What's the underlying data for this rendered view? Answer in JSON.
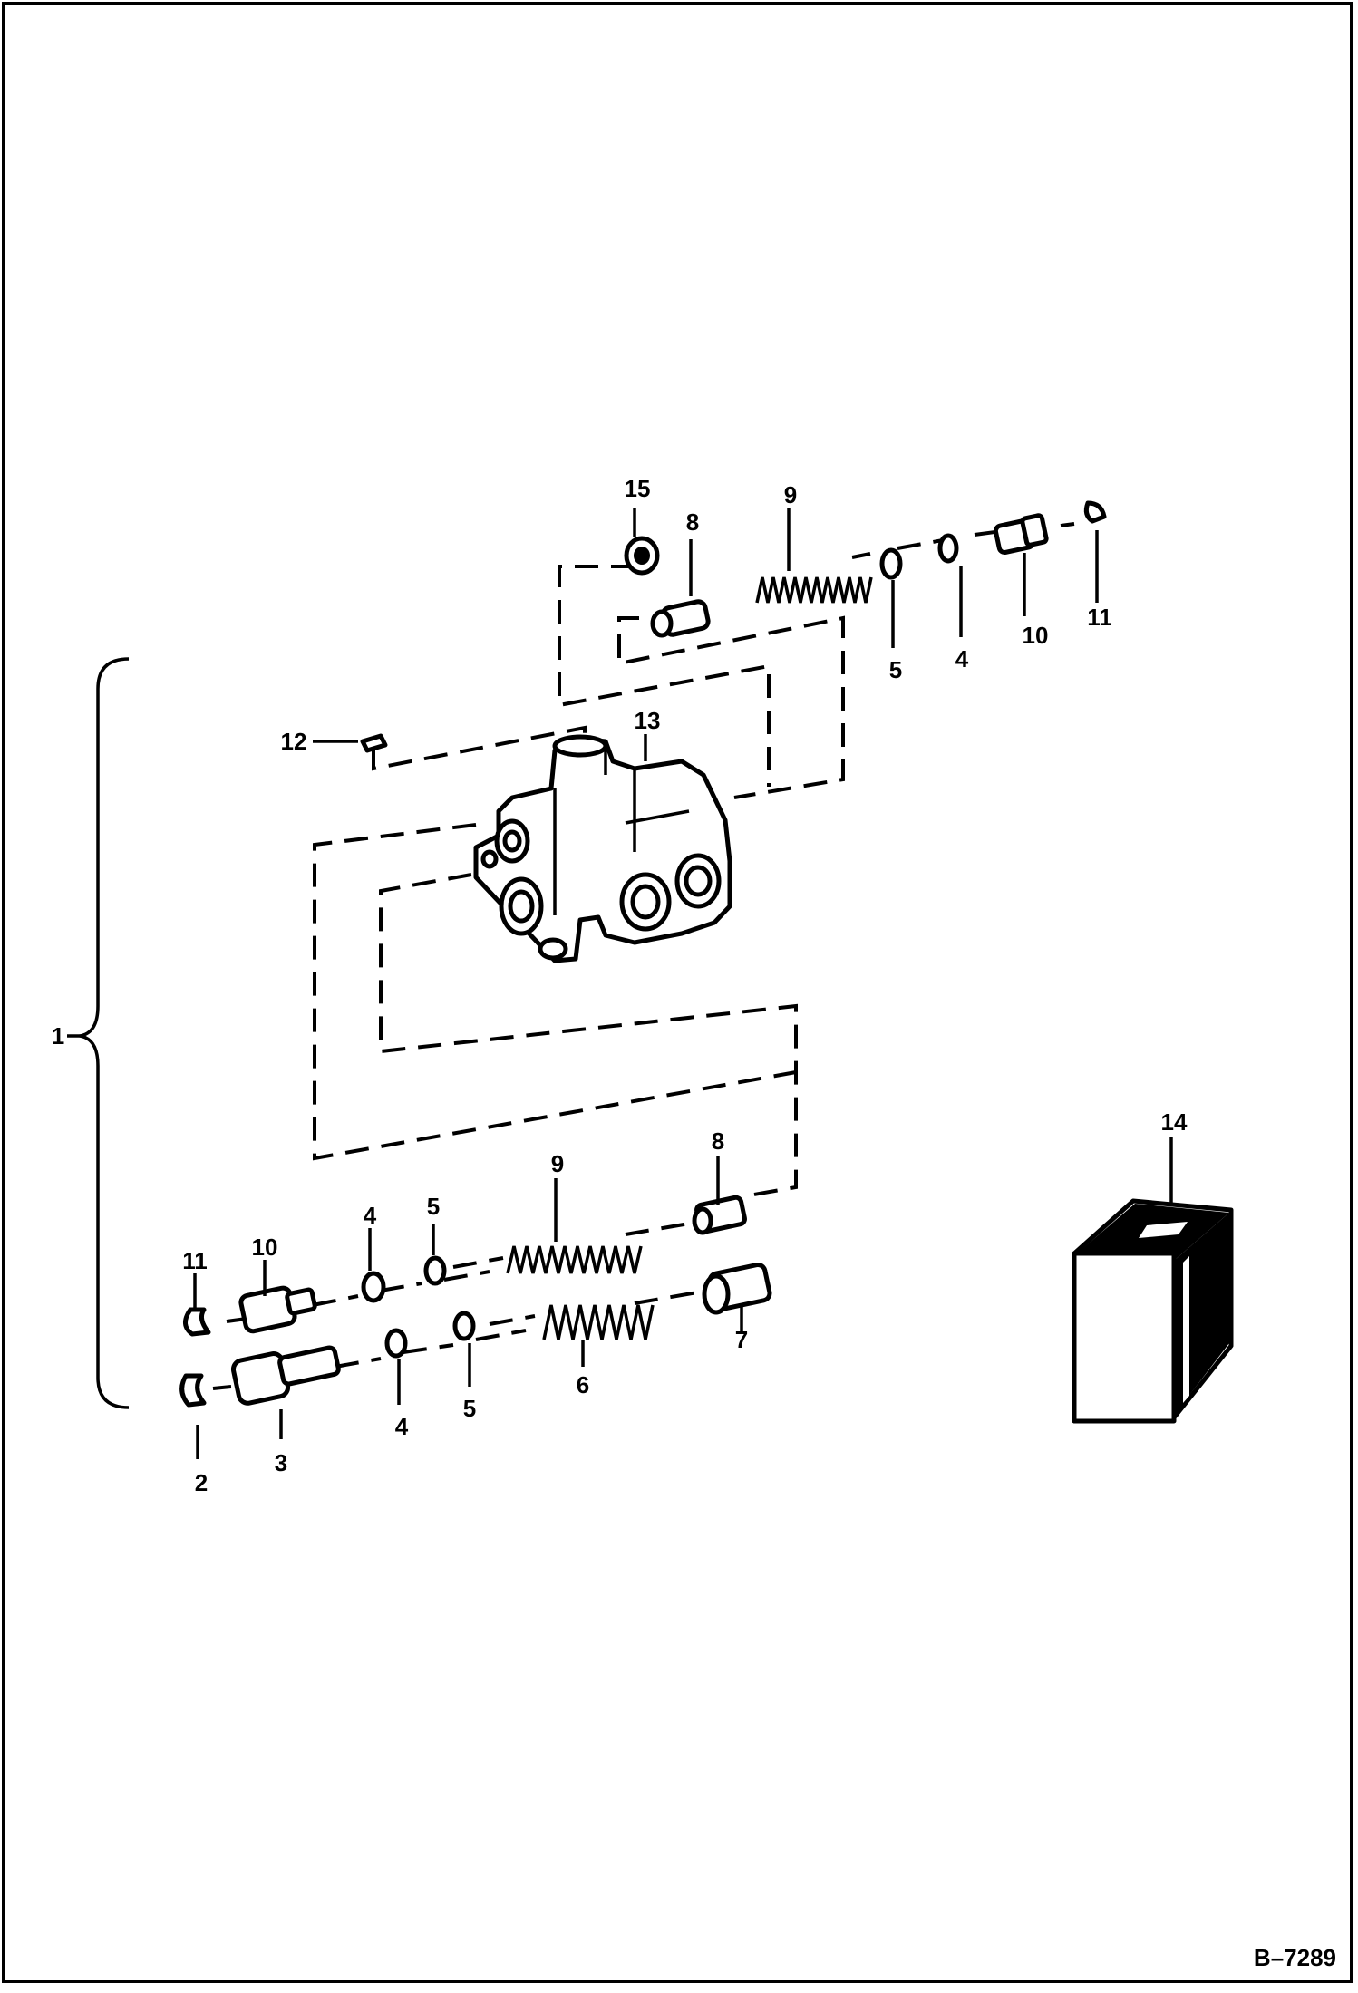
{
  "figure_id": "B–7289",
  "callouts": {
    "c1": "1",
    "c2": "2",
    "c3": "3",
    "c4_lower": "4",
    "c4_mid": "4",
    "c4_top": "4",
    "c5_lower": "5",
    "c5_mid": "5",
    "c5_top": "5",
    "c6": "6",
    "c7": "7",
    "c8_mid": "8",
    "c8_top": "8",
    "c9_mid": "9",
    "c9_top": "9",
    "c10_mid": "10",
    "c10_top": "10",
    "c11_mid": "11",
    "c11_top": "11",
    "c12": "12",
    "c13": "13",
    "c14": "14",
    "c15": "15"
  },
  "parts": {
    "assembly": "1",
    "valve_body": "13",
    "decal_box": "14"
  }
}
